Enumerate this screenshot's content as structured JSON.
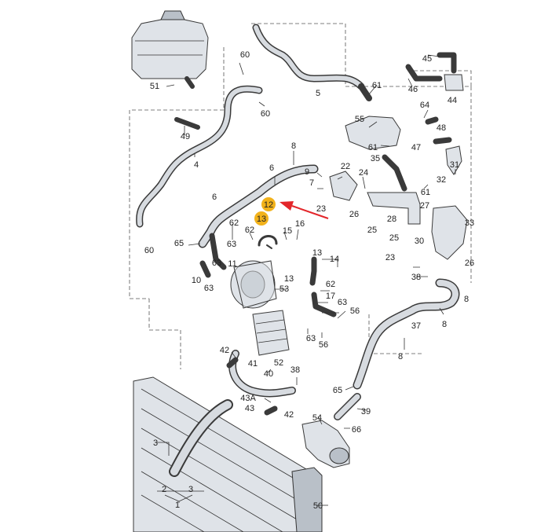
{
  "callouts": [
    {
      "id": "c51",
      "text": "51"
    },
    {
      "id": "c60a",
      "text": "60"
    },
    {
      "id": "c60b",
      "text": "60"
    },
    {
      "id": "c60c",
      "text": "60"
    },
    {
      "id": "c5",
      "text": "5"
    },
    {
      "id": "c61a",
      "text": "61"
    },
    {
      "id": "c45",
      "text": "45"
    },
    {
      "id": "c46",
      "text": "46"
    },
    {
      "id": "c44",
      "text": "44"
    },
    {
      "id": "c64",
      "text": "64"
    },
    {
      "id": "c48",
      "text": "48"
    },
    {
      "id": "c55",
      "text": "55"
    },
    {
      "id": "c61b",
      "text": "61"
    },
    {
      "id": "c47",
      "text": "47"
    },
    {
      "id": "c35",
      "text": "35"
    },
    {
      "id": "c49",
      "text": "49"
    },
    {
      "id": "c4",
      "text": "4"
    },
    {
      "id": "c8a",
      "text": "8"
    },
    {
      "id": "c6a",
      "text": "6"
    },
    {
      "id": "c22",
      "text": "22"
    },
    {
      "id": "c24",
      "text": "24"
    },
    {
      "id": "c9",
      "text": "9"
    },
    {
      "id": "c7",
      "text": "7"
    },
    {
      "id": "c23a",
      "text": "23"
    },
    {
      "id": "c26a",
      "text": "26"
    },
    {
      "id": "c28",
      "text": "28"
    },
    {
      "id": "c61c",
      "text": "61"
    },
    {
      "id": "c31",
      "text": "31"
    },
    {
      "id": "c32",
      "text": "32"
    },
    {
      "id": "c27",
      "text": "27"
    },
    {
      "id": "c6b",
      "text": "6"
    },
    {
      "id": "c12",
      "text": "12"
    },
    {
      "id": "c13a",
      "text": "13"
    },
    {
      "id": "c25a",
      "text": "25"
    },
    {
      "id": "c25b",
      "text": "25"
    },
    {
      "id": "c33",
      "text": "33"
    },
    {
      "id": "c30",
      "text": "30"
    },
    {
      "id": "c26b",
      "text": "26"
    },
    {
      "id": "c65a",
      "text": "65"
    },
    {
      "id": "c62a",
      "text": "62"
    },
    {
      "id": "c62b",
      "text": "62"
    },
    {
      "id": "c15",
      "text": "15"
    },
    {
      "id": "c16",
      "text": "16"
    },
    {
      "id": "c63a",
      "text": "63"
    },
    {
      "id": "c11",
      "text": "11"
    },
    {
      "id": "c63b",
      "text": "63"
    },
    {
      "id": "c13b",
      "text": "13"
    },
    {
      "id": "c14",
      "text": "14"
    },
    {
      "id": "c23b",
      "text": "23"
    },
    {
      "id": "c26c",
      "text": "26"
    },
    {
      "id": "c10",
      "text": "10"
    },
    {
      "id": "c63c",
      "text": "63"
    },
    {
      "id": "c13c",
      "text": "13"
    },
    {
      "id": "c62c",
      "text": "62"
    },
    {
      "id": "c53",
      "text": "53"
    },
    {
      "id": "c17",
      "text": "17"
    },
    {
      "id": "c63d",
      "text": "63"
    },
    {
      "id": "c56a",
      "text": "56"
    },
    {
      "id": "c38a",
      "text": "38"
    },
    {
      "id": "c8b",
      "text": "8"
    },
    {
      "id": "c8c",
      "text": "8"
    },
    {
      "id": "c37",
      "text": "37"
    },
    {
      "id": "c63e",
      "text": "63"
    },
    {
      "id": "c56b",
      "text": "56"
    },
    {
      "id": "c8d",
      "text": "8"
    },
    {
      "id": "c42a",
      "text": "42"
    },
    {
      "id": "c41",
      "text": "41"
    },
    {
      "id": "c52",
      "text": "52"
    },
    {
      "id": "c40",
      "text": "40"
    },
    {
      "id": "c38b",
      "text": "38"
    },
    {
      "id": "c65b",
      "text": "65"
    },
    {
      "id": "c39",
      "text": "39"
    },
    {
      "id": "c43a",
      "text": "43A"
    },
    {
      "id": "c43",
      "text": "43"
    },
    {
      "id": "c42b",
      "text": "42"
    },
    {
      "id": "c54",
      "text": "54"
    },
    {
      "id": "c66",
      "text": "66"
    },
    {
      "id": "c3a",
      "text": "3"
    },
    {
      "id": "c2",
      "text": "2"
    },
    {
      "id": "c3b",
      "text": "3"
    },
    {
      "id": "c1",
      "text": "1"
    },
    {
      "id": "c50",
      "text": "50"
    }
  ],
  "highlights": [
    {
      "id": "h12",
      "text": "12"
    },
    {
      "id": "h13",
      "text": "13"
    }
  ],
  "colors": {
    "highlight": "#f2b21b",
    "arrow": "#e3262a",
    "line": "#333333"
  }
}
